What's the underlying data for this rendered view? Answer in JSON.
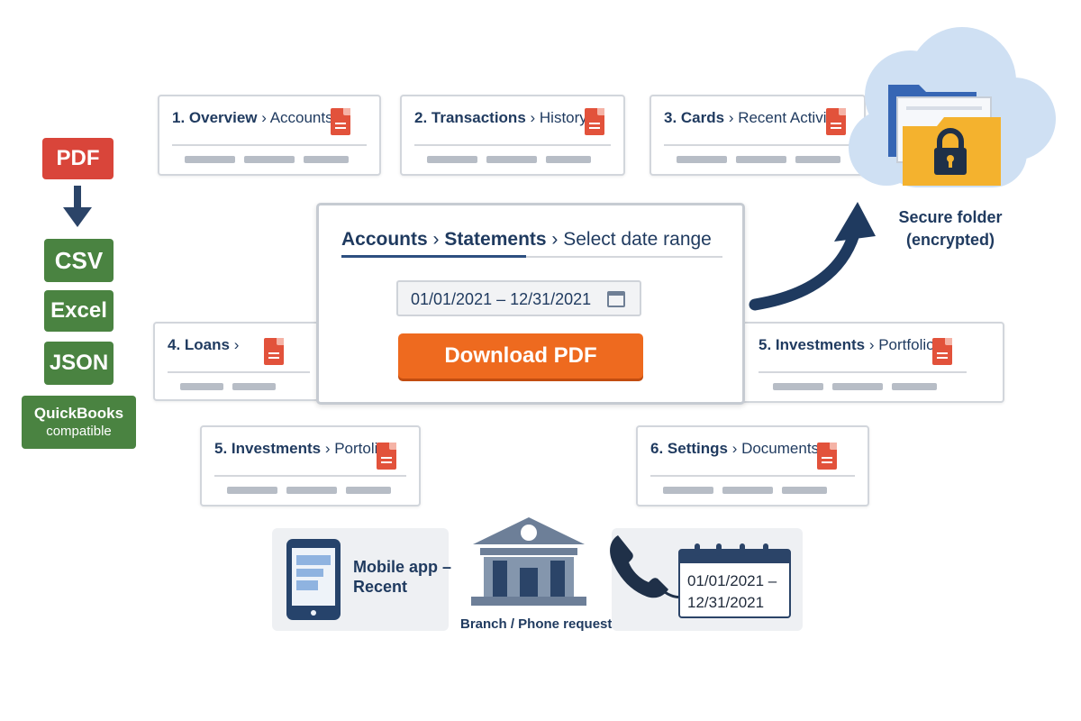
{
  "formats": {
    "source": "PDF",
    "targets": [
      "CSV",
      "Excel",
      "JSON"
    ],
    "quickbooks_line1": "QuickBooks",
    "quickbooks_line2": "compatible"
  },
  "cards": {
    "c1": {
      "title": "1. Overview",
      "sub": "Accounts"
    },
    "c2": {
      "title": "2. Transactions",
      "sub": "History"
    },
    "c3": {
      "title": "3. Cards",
      "sub": "Recent Activity"
    },
    "c4": {
      "title": "4. Loans",
      "sub": ""
    },
    "c5a": {
      "title": "5. Investments",
      "sub": "Portolio"
    },
    "c5b": {
      "title": "5. Investments",
      "sub": "Portfolio"
    },
    "c6": {
      "title": "6. Settings",
      "sub": "Documents"
    }
  },
  "panel": {
    "crumb1": "Accounts",
    "crumb2": "Statements",
    "crumb3": "Select date range",
    "date_range": "01/01/2021 – 12/31/2021",
    "download_label": "Download PDF"
  },
  "secure": {
    "line1": "Secure folder",
    "line2": "(encrypted)"
  },
  "channels": {
    "mobile_line1": "Mobile app –",
    "mobile_line2": "Recent",
    "branch_label": "Branch / Phone request",
    "calendar_line1": "01/01/2021 –",
    "calendar_line2": "12/31/2021"
  },
  "colors": {
    "navy": "#1f3a5f",
    "pdf_red": "#d9453a",
    "format_green": "#4a8341",
    "download_orange": "#ee6a1f",
    "folder_yellow": "#f4b22e",
    "cloud_blue": "#cfe0f3"
  },
  "icons": [
    "arrow-down-icon",
    "pdf-document-icon",
    "calendar-icon",
    "locked-folder-icon",
    "cloud-icon",
    "curved-arrow-icon",
    "mobile-phone-icon",
    "bank-building-icon",
    "telephone-handset-icon"
  ]
}
